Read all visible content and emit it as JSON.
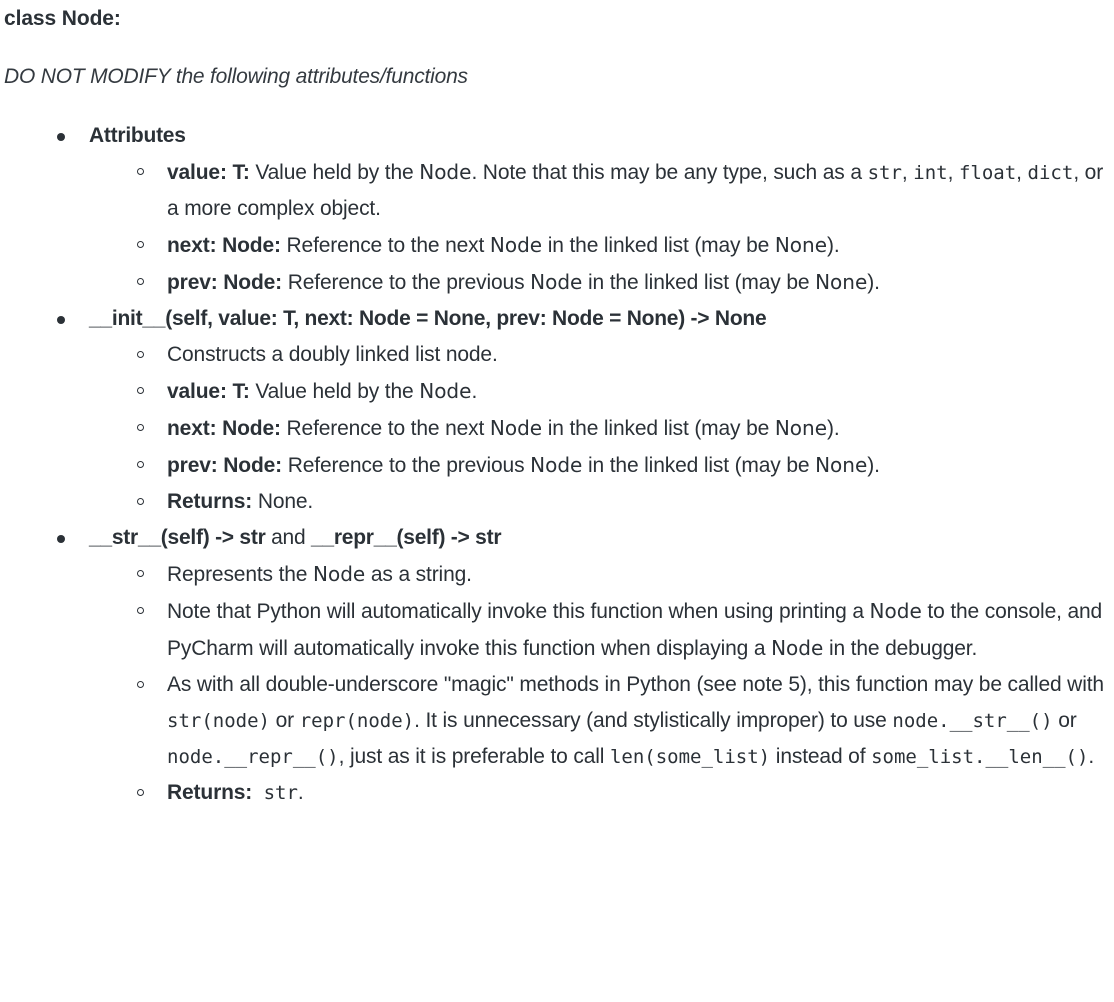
{
  "document": {
    "title": "class Node:",
    "subtitle": "DO NOT MODIFY the following attributes/functions",
    "sections": [
      {
        "heading": "Attributes",
        "items": [
          {
            "term": "value: T:",
            "desc_a": " Value held by the ",
            "node": "Node",
            "desc_b": ". Note that this may be any type, such as a ",
            "code1": "str",
            "sep1": ", ",
            "code2": "int",
            "sep2": ", ",
            "code3": "float",
            "sep3": ", ",
            "code4": "dict",
            "desc_c": ", or a more complex object."
          },
          {
            "term": "next: Node:",
            "desc_a": " Reference to the next ",
            "node": "Node",
            "desc_b": " in the linked list (may be ",
            "none": "None",
            "desc_c": ")."
          },
          {
            "term": "prev: Node:",
            "desc_a": " Reference to the previous ",
            "node": "Node",
            "desc_b": " in the linked list (may be ",
            "none": "None",
            "desc_c": ")."
          }
        ]
      },
      {
        "heading": "__init__(self, value: T, next: Node = None, prev: Node = None) -> None",
        "items": [
          {
            "plain": "Constructs a doubly linked list node."
          },
          {
            "term": "value: T:",
            "desc_a": " Value held by the ",
            "node": "Node",
            "desc_b": "."
          },
          {
            "term": "next: Node:",
            "desc_a": " Reference to the next ",
            "node": "Node",
            "desc_b": " in the linked list (may be ",
            "none": "None",
            "desc_c": ")."
          },
          {
            "term": "prev: Node:",
            "desc_a": " Reference to the previous ",
            "node": "Node",
            "desc_b": " in the linked list (may be ",
            "none": "None",
            "desc_c": ")."
          },
          {
            "term": "Returns:",
            "desc_a": " None."
          }
        ]
      },
      {
        "heading_part1": "__str__(self) -> str",
        "heading_conj": " and ",
        "heading_part2": "__repr__(self) -> str",
        "items": [
          {
            "plain_a": "Represents the ",
            "node": "Node",
            "plain_b": " as a string."
          },
          {
            "plain_a": "Note that Python will automatically invoke this function when using printing a ",
            "node": "Node",
            "plain_b": " to the console, and PyCharm will automatically invoke this function when displaying a ",
            "node2": "Node",
            "plain_c": " in the debugger."
          },
          {
            "plain_a": "As with all double-underscore \"magic\" methods in Python (see note 5), this function may be called with ",
            "code1": "str(node)",
            "plain_b": " or ",
            "code2": "repr(node)",
            "plain_c": ". It is unnecessary (and stylistically improper) to use ",
            "code3": "node.__str__()",
            "plain_d": " or ",
            "code4": "node.__repr__()",
            "plain_e": ", just as it is preferable to call ",
            "code5": "len(some_list)",
            "plain_f": " instead of ",
            "code6": "some_list.__len__()",
            "plain_g": "."
          },
          {
            "term": "Returns:",
            "code": " str",
            "plain_b": "."
          }
        ]
      }
    ]
  },
  "colors": {
    "text": "#2b3137",
    "background": "#ffffff"
  }
}
